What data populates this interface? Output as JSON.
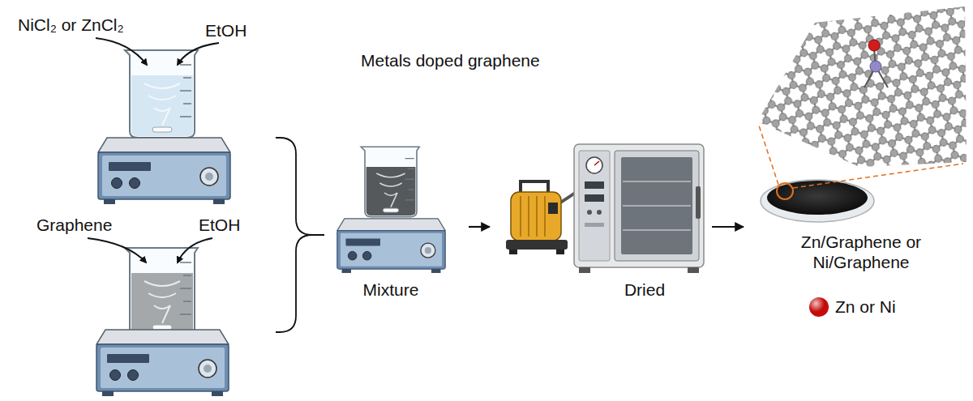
{
  "diagram": {
    "nodes": [
      {
        "text": [
          "NiCl₂ or ZnCl₂",
          "EtOH"
        ]
      },
      {
        "text": [
          "Graphene",
          "EtOH"
        ]
      },
      {
        "text": [
          "Mixture"
        ]
      },
      {
        "text": [
          "Dried"
        ]
      },
      {
        "text": [
          "Zn/Graphene or Ni/Graphene"
        ]
      }
    ],
    "edges": [
      {
        "from": 0,
        "to": 2,
        "arrow": "none"
      },
      {
        "from": 1,
        "to": 2,
        "arrow": "none"
      },
      {
        "from": 2,
        "to": 3,
        "arrow": "to"
      },
      {
        "from": 3,
        "to": 4,
        "arrow": "to"
      }
    ],
    "labels": [
      "Metals doped graphene"
    ],
    "legend": [
      {
        "text": "Zn or Ni",
        "color": "#c40c0c"
      }
    ]
  }
}
